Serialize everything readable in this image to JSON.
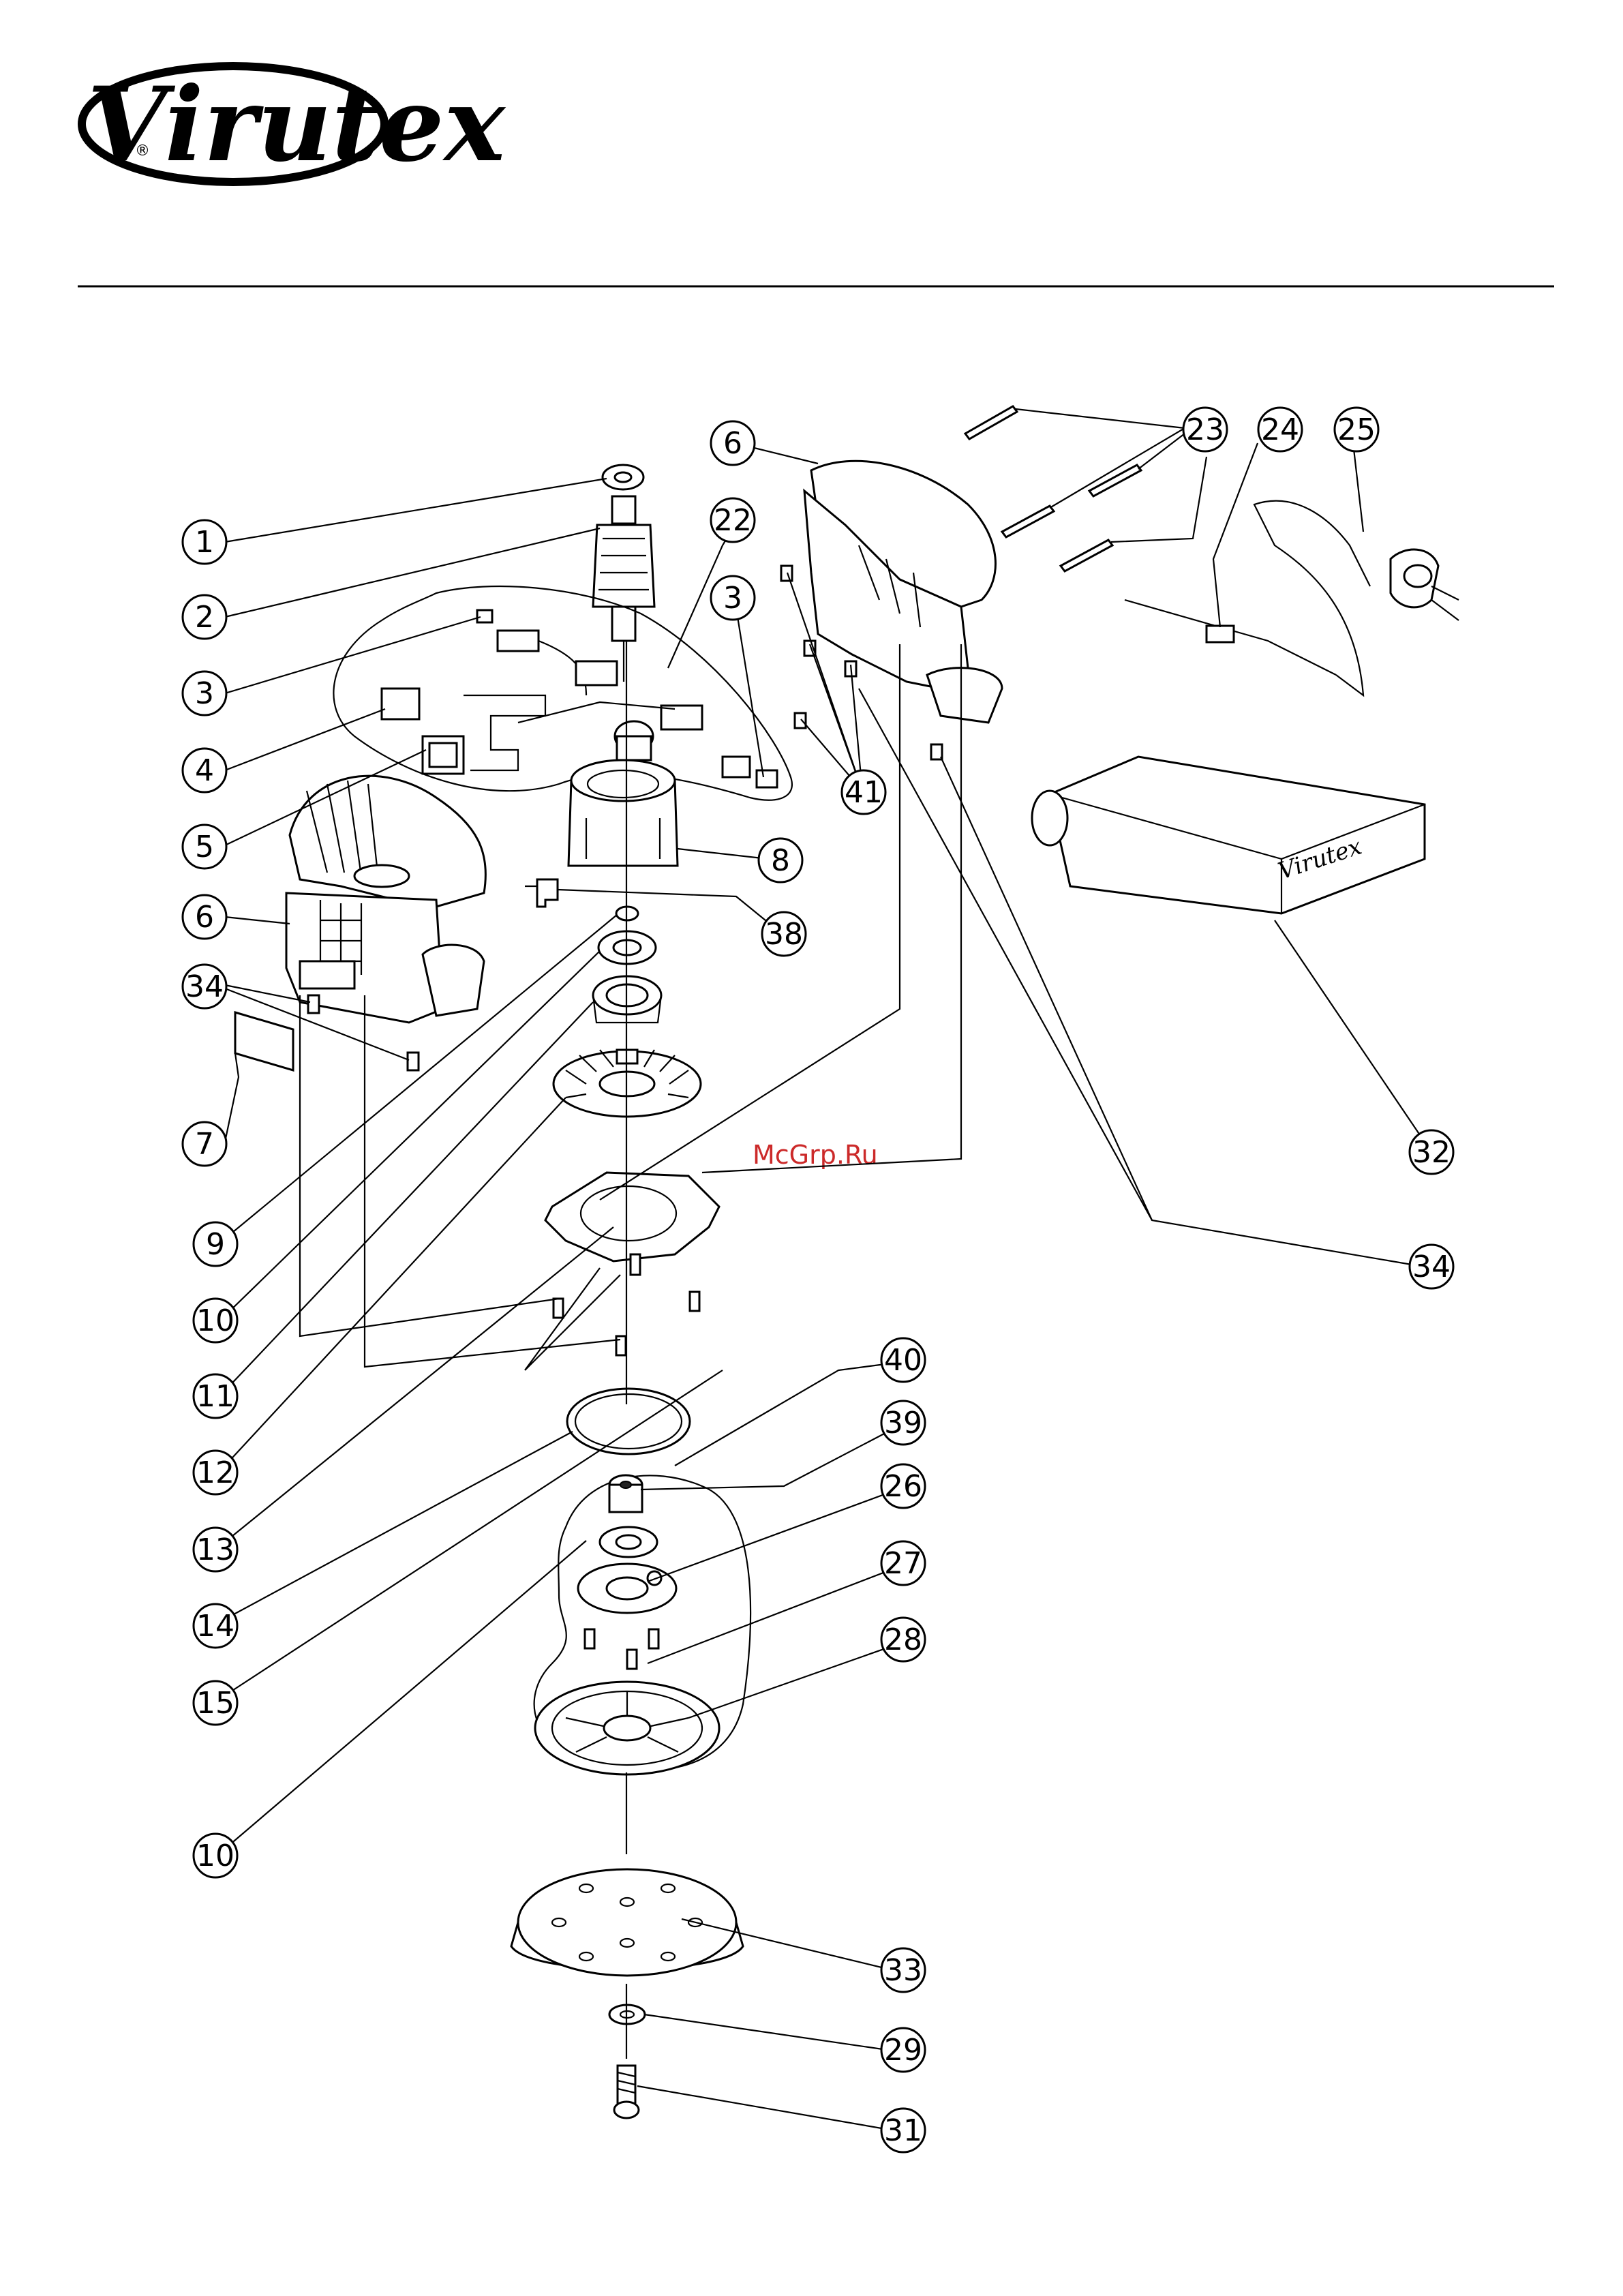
{
  "brand": {
    "logo_text": "Virutex",
    "registered_mark": "®"
  },
  "watermark": "McGrp.Ru",
  "colors": {
    "watermark": "#cc2a2a",
    "ink": "#000000"
  },
  "callouts": [
    {
      "label": "1"
    },
    {
      "label": "2"
    },
    {
      "label": "3"
    },
    {
      "label": "4"
    },
    {
      "label": "5"
    },
    {
      "label": "6"
    },
    {
      "label": "34"
    },
    {
      "label": "7"
    },
    {
      "label": "9"
    },
    {
      "label": "10"
    },
    {
      "label": "11"
    },
    {
      "label": "12"
    },
    {
      "label": "13"
    },
    {
      "label": "14"
    },
    {
      "label": "15"
    },
    {
      "label": "10"
    },
    {
      "label": "22"
    },
    {
      "label": "3"
    },
    {
      "label": "8"
    },
    {
      "label": "38"
    },
    {
      "label": "6"
    },
    {
      "label": "23"
    },
    {
      "label": "24"
    },
    {
      "label": "25"
    },
    {
      "label": "41"
    },
    {
      "label": "32"
    },
    {
      "label": "34"
    },
    {
      "label": "40"
    },
    {
      "label": "39"
    },
    {
      "label": "26"
    },
    {
      "label": "27"
    },
    {
      "label": "28"
    },
    {
      "label": "33"
    },
    {
      "label": "29"
    },
    {
      "label": "31"
    }
  ]
}
